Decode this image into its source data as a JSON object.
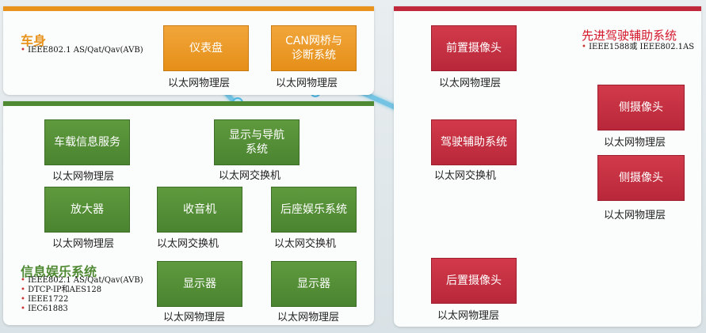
{
  "body_panel": {
    "title": "车身",
    "standards": [
      "IEEE802.1 AS/Qat/Qav(AVB)"
    ],
    "nodes": {
      "instrument": {
        "name": "仪表盘",
        "layer": "以太网物理层"
      },
      "can_gateway": {
        "line1": "CAN网桥与",
        "line2": "诊断系统",
        "layer": "以太网物理层"
      }
    }
  },
  "infotainment_panel": {
    "title": "信息娱乐系统",
    "standards": [
      "IEEE802.1 AS/Qat/Qav(AVB)",
      "DTCP-IP和AES128",
      "IEEE1722",
      "IEC61883"
    ],
    "nodes": {
      "telematics": {
        "name": "车载信息服务",
        "layer": "以太网物理层"
      },
      "display_nav": {
        "line1": "显示与导航",
        "line2": "系统",
        "layer": "以太网交换机"
      },
      "amplifier": {
        "name": "放大器",
        "layer": "以太网物理层"
      },
      "radio": {
        "name": "收音机",
        "layer": "以太网交换机"
      },
      "rear_entertainment": {
        "name": "后座娱乐系统",
        "layer": "以太网交换机"
      },
      "display1": {
        "name": "显示器",
        "layer": "以太网物理层"
      },
      "display2": {
        "name": "显示器",
        "layer": "以太网物理层"
      }
    }
  },
  "adas_panel": {
    "title": "先进驾驶辅助系统",
    "standards": [
      "IEEE1588或 IEEE802.1AS"
    ],
    "nodes": {
      "front_camera": {
        "name": "前置摄像头",
        "layer": "以太网物理层"
      },
      "adas": {
        "name": "驾驶辅助系统",
        "layer": "以太网交换机"
      },
      "side_camera1": {
        "name": "侧摄像头",
        "layer": "以太网物理层"
      },
      "side_camera2": {
        "name": "侧摄像头",
        "layer": "以太网物理层"
      },
      "rear_camera": {
        "name": "后置摄像头",
        "layer": "以太网物理层"
      }
    }
  },
  "colors": {
    "body_accent": "#e8931e",
    "infotainment_accent": "#4f8a33",
    "adas_accent": "#c0283b",
    "link": "#4fb7e0"
  }
}
